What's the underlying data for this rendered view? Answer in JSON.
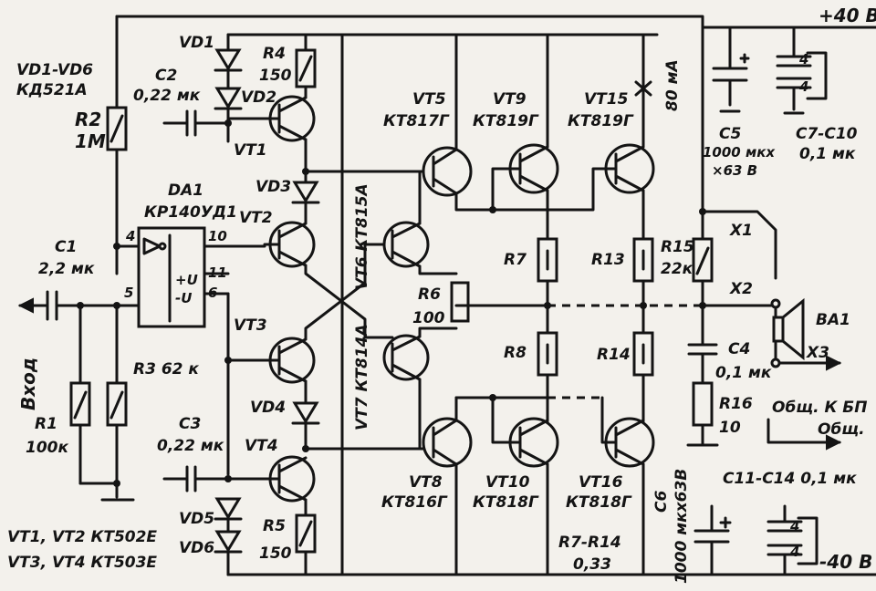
{
  "labels": {
    "plus_supply": "+40 В",
    "minus_supply": "-40 В",
    "vd_series": "VD1-VD6",
    "vd_type": "КД521А",
    "r2": "R2",
    "r2_val": "1М",
    "vd1": "VD1",
    "c2": "C2",
    "c2_val": "0,22 мк",
    "r4": "R4",
    "r4_val": "150",
    "vd2": "VD2",
    "vt1": "VT1",
    "vd3": "VD3",
    "da1": "DA1",
    "da1_type": "КР140УД1",
    "pin4": "4",
    "pin10": "10",
    "pin11": "11",
    "pin5": "5",
    "pin6": "6",
    "plus_u": "+U",
    "minus_u": "-U",
    "vt2": "VT2",
    "c1": "C1",
    "c1_val": "2,2 мк",
    "vt3": "VT3",
    "vd4": "VD4",
    "c3": "C3",
    "c3_val": "0,22 мк",
    "vt4": "VT4",
    "vd5": "VD5",
    "vd6": "VD6",
    "r5": "R5",
    "r5_val": "150",
    "r3": "R3 62 к",
    "vhod": "Вход",
    "r1": "R1",
    "r1_val": "100к",
    "vt12_type": "VT1, VT2  КТ502Е",
    "vt34_type": "VT3, VT4  КТ503Е",
    "vt6": "VT6  КТ815А",
    "vt7": "VT7  КТ814А",
    "vt5": "VT5",
    "vt5_type": "КТ817Г",
    "vt9": "VT9",
    "vt9_type": "КТ819Г",
    "vt15": "VT15",
    "vt15_type": "КТ819Г",
    "current": "80 мА",
    "c5": "C5",
    "c5_val": "1000 мкх",
    "c5_v": "×63 В",
    "c7": "C7-C10",
    "c7_val": "0,1 мк",
    "cap_count": "4",
    "r6": "R6",
    "r6_val": "100",
    "r7": "R7",
    "r8": "R8",
    "r13": "R13",
    "r14": "R14",
    "r15": "R15",
    "r15_val": "22к",
    "x1": "X1",
    "x2": "X2",
    "x3": "X3",
    "ba1": "ВА1",
    "c4": "C4",
    "c4_val": "0,1 мк",
    "r16": "R16",
    "r16_val": "10",
    "obsh_bp": "Общ.  К БП",
    "obsh": "Общ.",
    "c11": "C11-C14  0,1 мк",
    "vt8": "VT8",
    "vt8_type": "КТ816Г",
    "vt10": "VT10",
    "vt10_type": "КТ818Г",
    "vt16": "VT16",
    "vt16_type": "КТ818Г",
    "r7_r14": "R7-R14",
    "r7_r14_val": "0,33",
    "c6": "C6",
    "c6_val": "1000 мкх63В"
  }
}
